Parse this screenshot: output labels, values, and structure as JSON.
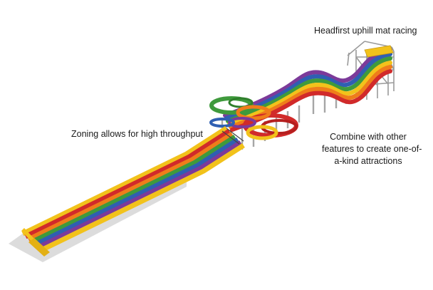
{
  "labels": {
    "uphill": "Headfirst uphill mat racing",
    "zoning": "Zoning allows for high throughput",
    "combine_line1": "Combine with other",
    "combine_line2": "features to create one-of-",
    "combine_line3": "a-kind attractions"
  },
  "colors": {
    "lanes": [
      "#f2c21b",
      "#d12a2a",
      "#ef7d1a",
      "#3f9a3c",
      "#2f5fb2",
      "#7c3a9a",
      "#f2c21b"
    ],
    "structure": "#9b9b9b",
    "ground": "#d8d8d8",
    "bowl_green": "#3f9a3c",
    "bowl_red": "#d12a2a",
    "bowl_orange": "#ef7d1a",
    "bowl_purple": "#7c3a9a"
  }
}
